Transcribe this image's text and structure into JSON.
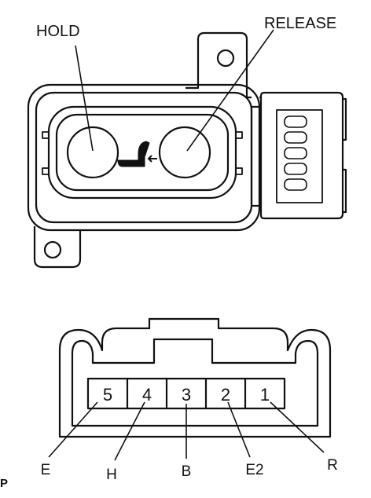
{
  "switch": {
    "hold_label": "HOLD",
    "release_label": "RELEASE",
    "icon": "seat-lumbar-icon"
  },
  "connector": {
    "pins": [
      {
        "number": "5",
        "signal": "E"
      },
      {
        "number": "4",
        "signal": "H"
      },
      {
        "number": "3",
        "signal": "B"
      },
      {
        "number": "2",
        "signal": "E2"
      },
      {
        "number": "1",
        "signal": "R"
      }
    ]
  },
  "reference_mark": "P"
}
